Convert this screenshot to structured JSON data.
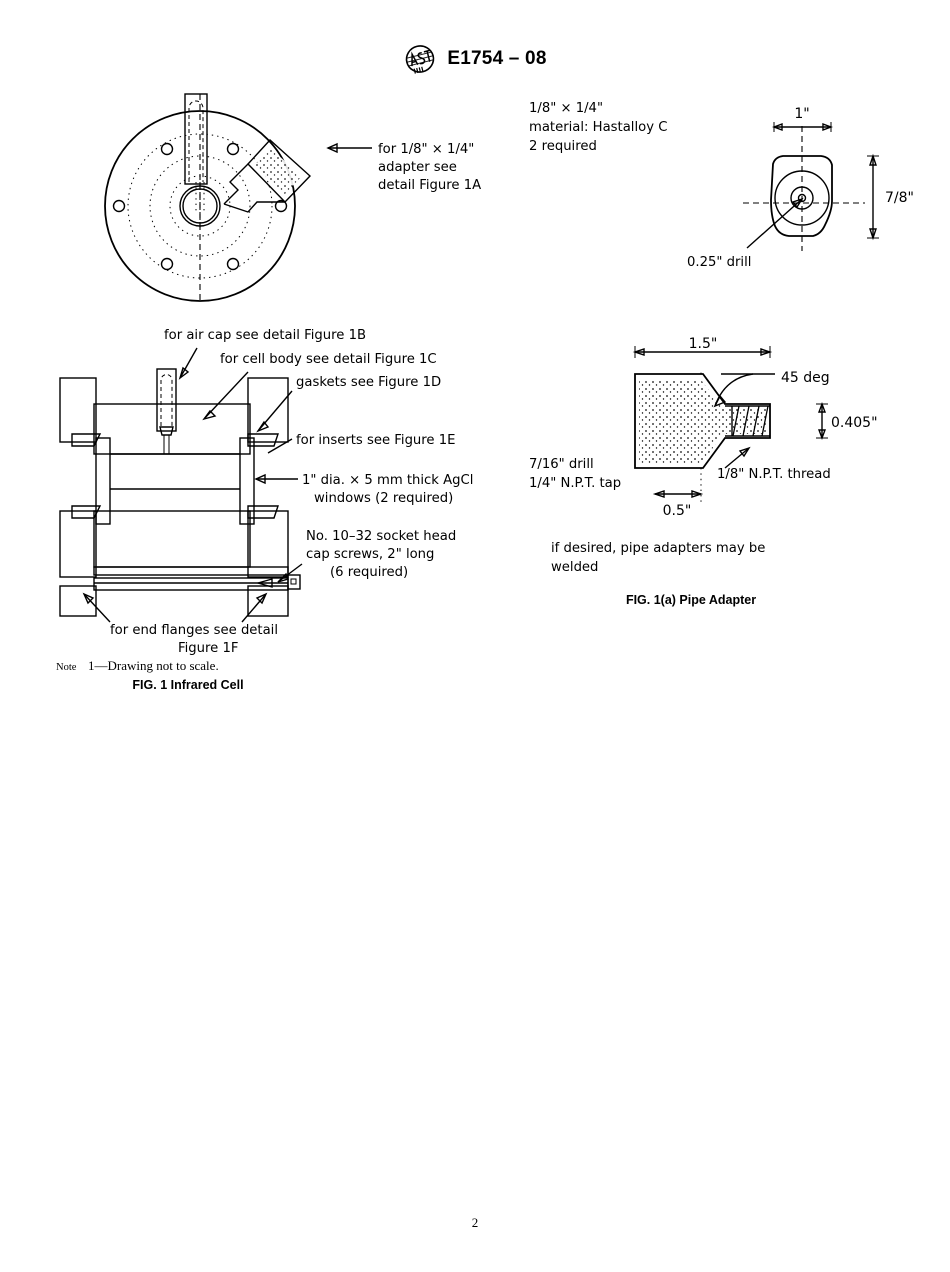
{
  "header": {
    "logo_icon": "astm-logo-icon",
    "designation": "E1754 – 08"
  },
  "figure1": {
    "top_view_callout": {
      "line1": "for 1/8\" × 1/4\"",
      "line2": "adapter see",
      "line3": "detail Figure 1A"
    },
    "labels": {
      "air_cap": "for air cap see detail Figure 1B",
      "cell_body": "for cell body see detail Figure 1C",
      "gaskets": "gaskets see Figure 1D",
      "inserts": "for inserts see Figure 1E",
      "windows_line1": "1\" dia. × 5 mm thick AgCl",
      "windows_line2": "windows (2 required)",
      "screws_line1": "No. 10–32 socket head",
      "screws_line2": "cap screws, 2\" long",
      "screws_line3": "(6 required)",
      "end_flanges_line1": "for end flanges see detail",
      "end_flanges_line2": "Figure 1F"
    },
    "note_prefix": "Note",
    "note_text": " 1—Drawing not to scale.",
    "caption": "FIG. 1 Infrared Cell"
  },
  "figure1a": {
    "spec": {
      "line1": "1/8\" × 1/4\"",
      "line2": "material: Hastalloy C",
      "line3": "2 required"
    },
    "end_view": {
      "dim_width": "1\"",
      "dim_height": "7/8\"",
      "drill_label": "0.25\" drill"
    },
    "side_view": {
      "dim_length": "1.5\"",
      "dim_bore": "0.405\"",
      "angle_label": "45 deg",
      "thread_label": "1/8\" N.P.T. thread",
      "drill_label": "7/16\" drill",
      "tap_label": "1/4\" N.P.T. tap",
      "dim_depth": "0.5\""
    },
    "note_line1": "if desired, pipe adapters may be",
    "note_line2": "welded",
    "caption": "FIG. 1(a) Pipe Adapter"
  },
  "footer": {
    "page_number": "2"
  }
}
